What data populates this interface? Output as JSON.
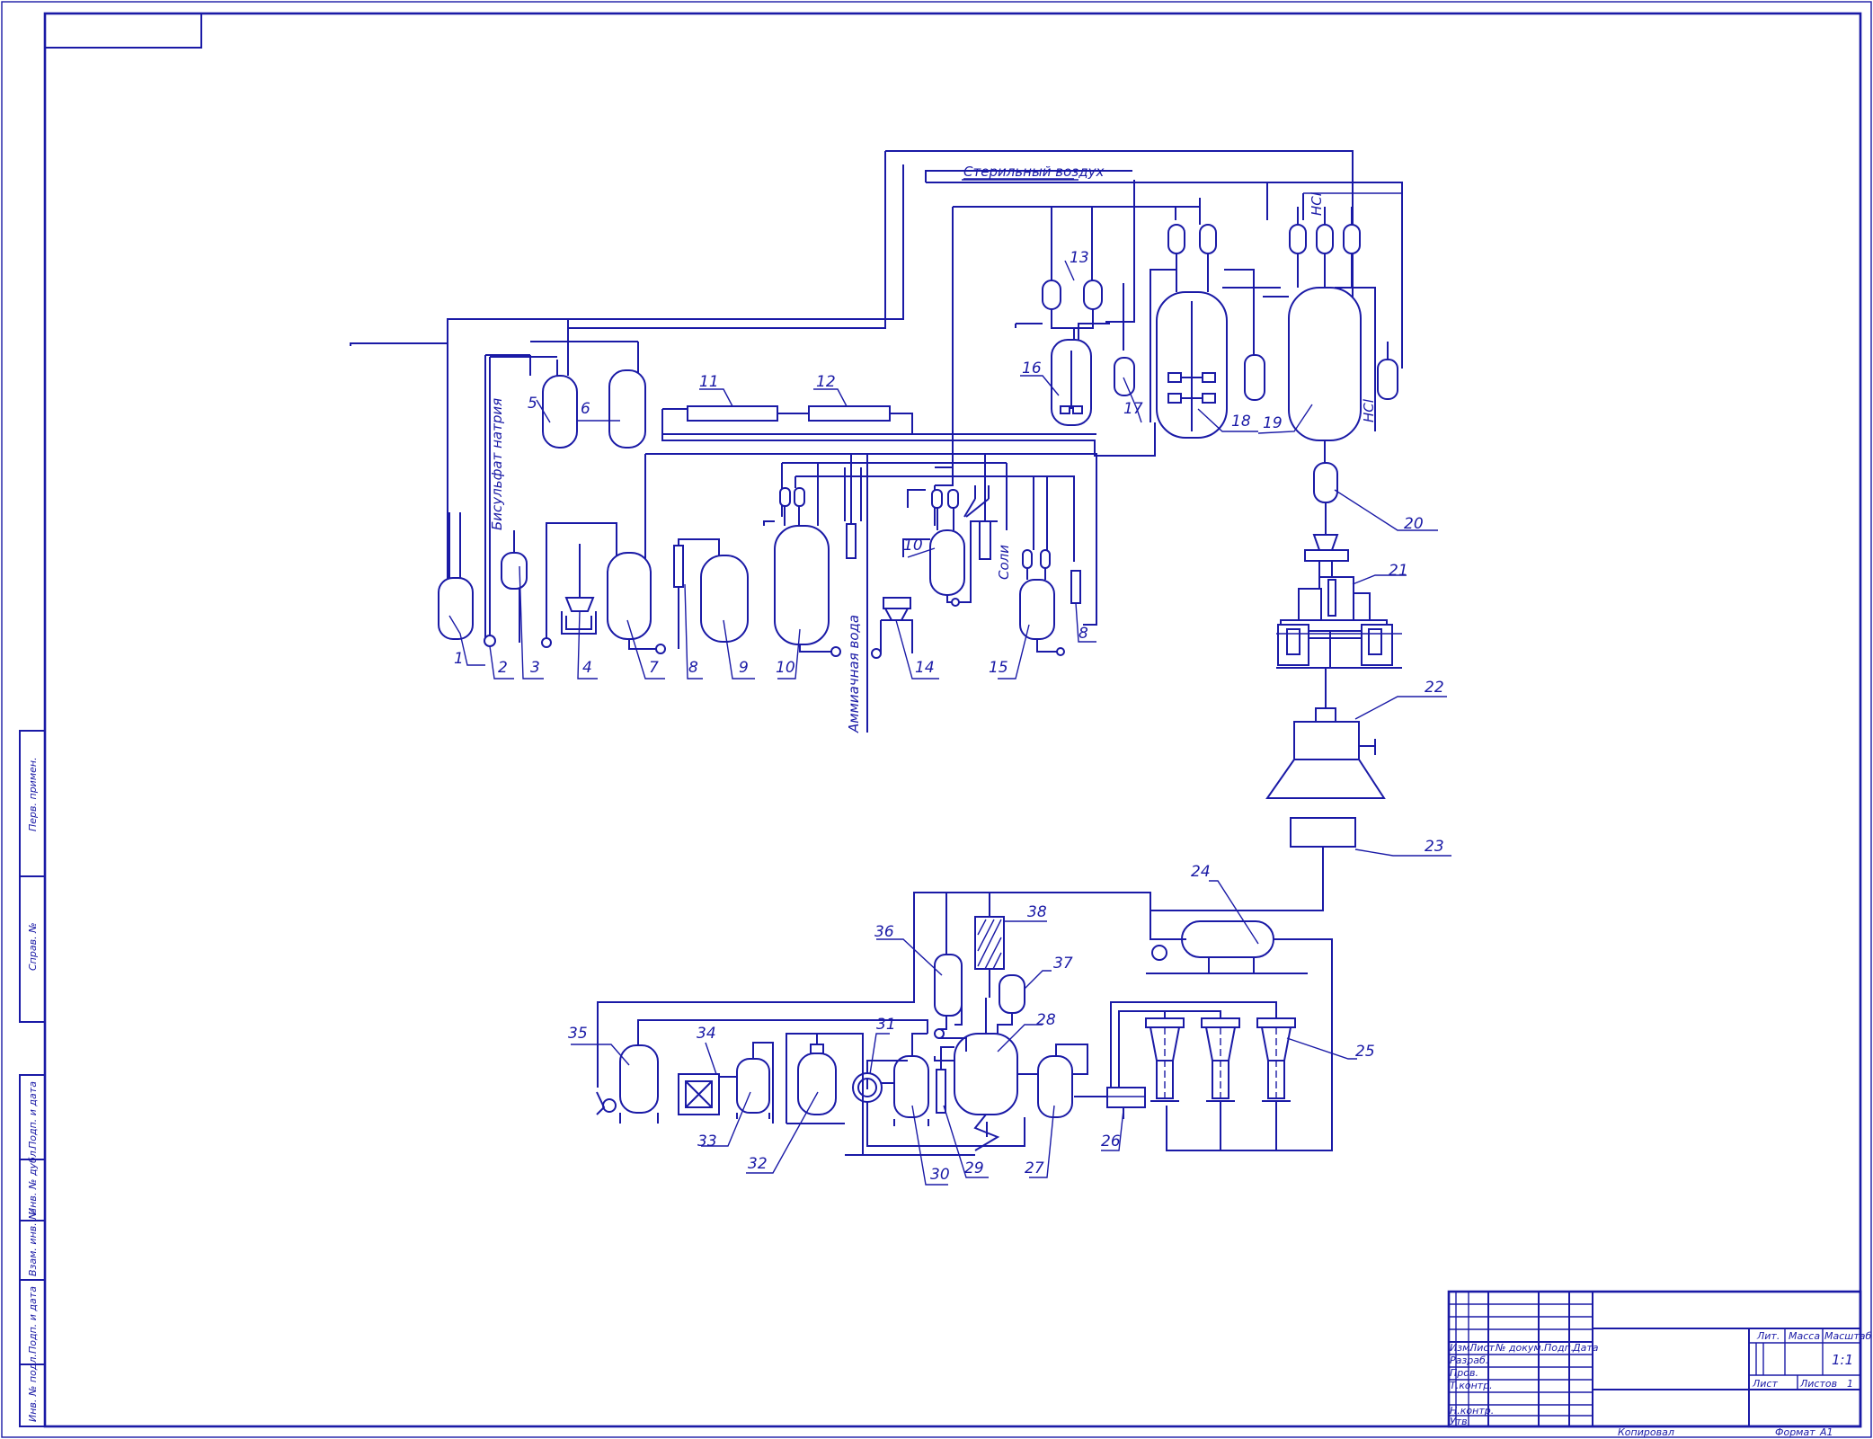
{
  "colors": {
    "line": "#1a1aa6",
    "background": "#ffffff"
  },
  "streams": {
    "sterile_air": "Стерильный воздух",
    "sodium_bisulfite": "Бисульфат натрия",
    "ammonia_water": "Аммиачная вода",
    "salts": "Соли",
    "hcl_top": "HCl",
    "hcl_side": "HCl"
  },
  "equipment_numbers": {
    "n1": "1",
    "n2": "2",
    "n3": "3",
    "n4": "4",
    "n5": "5",
    "n6": "6",
    "n7": "7",
    "n8a": "8",
    "n8b": "8",
    "n9": "9",
    "n10a": "10",
    "n10b": "10",
    "n11": "11",
    "n12": "12",
    "n13": "13",
    "n14": "14",
    "n15": "15",
    "n16": "16",
    "n17": "17",
    "n18": "18",
    "n19": "19",
    "n20": "20",
    "n21": "21",
    "n22": "22",
    "n23": "23",
    "n24": "24",
    "n25": "25",
    "n26": "26",
    "n27": "27",
    "n28": "28",
    "n29": "29",
    "n30": "30",
    "n31": "31",
    "n32": "32",
    "n33": "33",
    "n34": "34",
    "n35": "35",
    "n36": "36",
    "n37": "37",
    "n38": "38"
  },
  "side_stamp": {
    "perv_primen": "Перв. примен.",
    "sprav_no": "Справ. №",
    "podp_data_1": "Подп. и дата",
    "inv_dubl": "Инв. № дубл.",
    "vzam_inv": "Взам. инв. №",
    "podp_data_2": "Подп. и дата",
    "inv_podl": "Инв. № подл."
  },
  "title_block": {
    "izm": "Изм.",
    "list": "Лист",
    "no_dokum": "№ докум.",
    "podp": "Подп.",
    "data": "Дата",
    "razrab": "Разраб.",
    "prov": "Пров.",
    "t_kontr": "Т.контр.",
    "n_kontr": "Н.контр.",
    "utv": "Утв.",
    "lit": "Лит.",
    "massa": "Масса",
    "masshtab": "Масштаб",
    "scale_value": "1:1",
    "sheet_label": "Лист",
    "sheets_label": "Листов",
    "sheets_value": "1",
    "kopiroval": "Копировал",
    "format_label": "Формат",
    "format_value": "A1"
  }
}
